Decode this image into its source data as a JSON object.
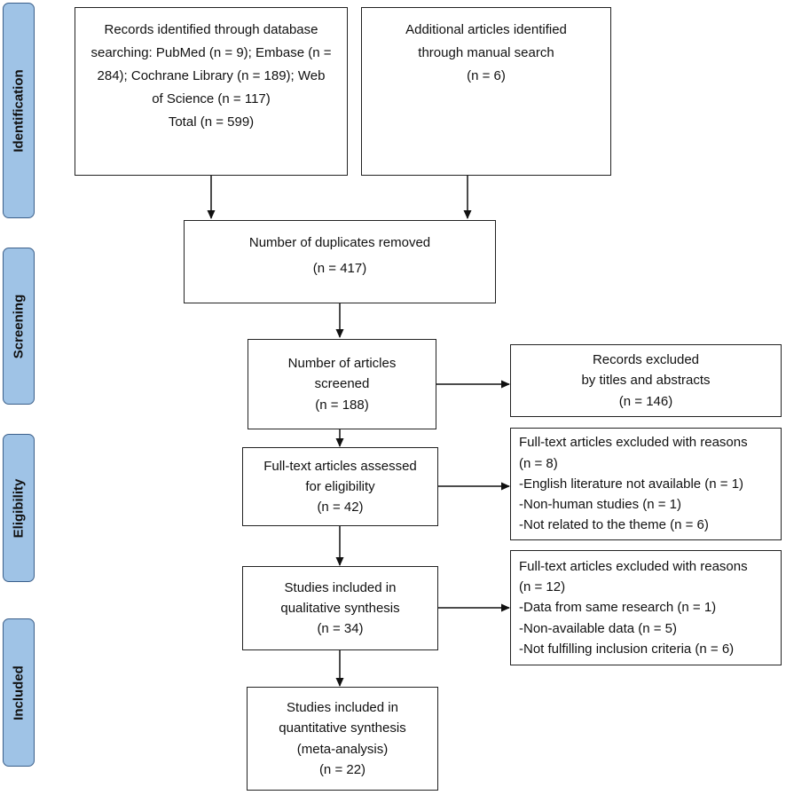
{
  "stages": [
    {
      "label": "Identification"
    },
    {
      "label": "Screening"
    },
    {
      "label": "Eligibility"
    },
    {
      "label": "Included"
    }
  ],
  "boxes": {
    "records_identified": {
      "lines": [
        "Records identified through database",
        "searching: PubMed (n = 9); Embase (n =",
        "284); Cochrane Library (n = 189); Web",
        "of Science (n = 117)",
        "Total (n = 599)"
      ]
    },
    "manual_search": {
      "lines": [
        "Additional articles identified",
        "through manual search",
        "(n = 6)"
      ]
    },
    "duplicates_removed": {
      "lines": [
        "Number of duplicates removed",
        "(n = 417)"
      ]
    },
    "articles_screened": {
      "lines": [
        "Number of articles",
        "screened",
        "(n = 188)"
      ]
    },
    "records_excluded": {
      "lines": [
        "Records excluded",
        "by titles and abstracts",
        "(n = 146)"
      ]
    },
    "fulltext_assessed": {
      "lines": [
        "Full-text articles assessed",
        "for eligibility",
        "(n = 42)"
      ]
    },
    "fulltext_excluded_1": {
      "lines": [
        "Full-text articles excluded with reasons",
        "(n = 8)",
        "-English literature not available (n = 1)",
        "-Non-human studies (n = 1)",
        "-Not related to the theme (n = 6)"
      ]
    },
    "qualitative_synthesis": {
      "lines": [
        "Studies included in",
        "qualitative synthesis",
        "(n = 34)"
      ]
    },
    "fulltext_excluded_2": {
      "lines": [
        "Full-text articles excluded with reasons",
        "(n = 12)",
        "-Data from same research (n = 1)",
        "-Non-available data (n = 5)",
        "-Not fulfilling inclusion criteria (n = 6)"
      ]
    },
    "quantitative_synthesis": {
      "lines": [
        "Studies included in",
        "quantitative synthesis",
        "(meta-analysis)",
        "(n = 22)"
      ]
    }
  },
  "colors": {
    "stage_fill": "#9fc3e6",
    "stage_border": "#3b5f8a",
    "box_border": "#222222",
    "arrow": "#111111"
  }
}
